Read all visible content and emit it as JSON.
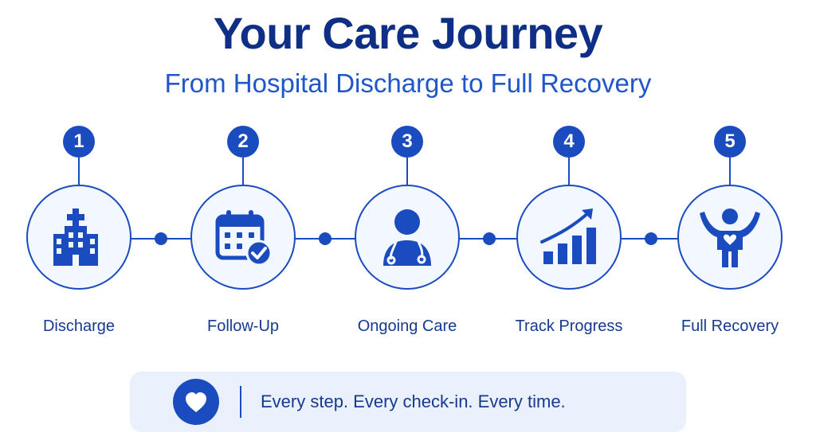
{
  "header": {
    "title": "Your Care Journey",
    "subtitle": "From Hospital Discharge to Full Recovery"
  },
  "steps": [
    {
      "number": "1",
      "label": "Discharge",
      "icon": "hospital-icon"
    },
    {
      "number": "2",
      "label": "Follow-Up",
      "icon": "calendar-check-icon"
    },
    {
      "number": "3",
      "label": "Ongoing Care",
      "icon": "doctor-stethoscope-icon"
    },
    {
      "number": "4",
      "label": "Track Progress",
      "icon": "growth-chart-icon"
    },
    {
      "number": "5",
      "label": "Full Recovery",
      "icon": "celebrating-person-icon"
    }
  ],
  "tagline": {
    "text": "Every step. Every check-in. Every time.",
    "icon": "heart-icon"
  },
  "colors": {
    "primary": "#1a4bbf",
    "title": "#0f2f86",
    "subtitle": "#1f57c9",
    "tagline_bg": "#eaf1fd"
  }
}
